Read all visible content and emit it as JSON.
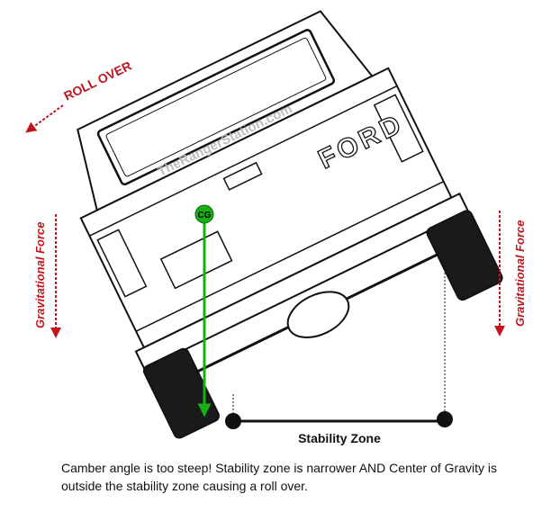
{
  "labels": {
    "roll_over": "ROLL OVER",
    "gravity_left": "Gravitational Force",
    "gravity_right": "Gravitational Force",
    "cg": "CG",
    "stability_zone": "Stability Zone",
    "watermark": "TheRangerStation.com",
    "grille_logo": "FORD"
  },
  "caption": "Camber angle is too steep!  Stability zone is narrower AND Center of Gravity is outside the stability zone causing a roll over.",
  "colors": {
    "accent_red": "#c0151d",
    "cg_green": "#16b016",
    "line_black": "#111111"
  }
}
